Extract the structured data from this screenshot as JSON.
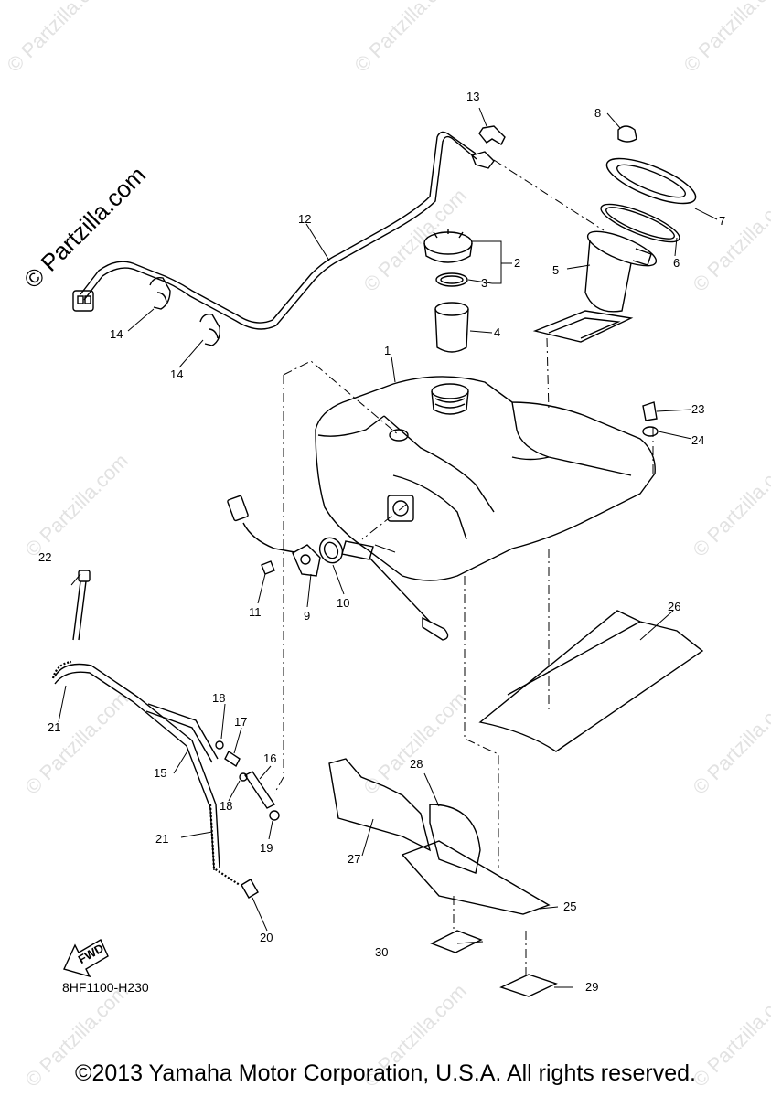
{
  "watermark": "© Partzilla.com",
  "diagram_code": "8HF1100-H230",
  "copyright": "©2013 Yamaha Motor Corporation, U.S.A. All rights reserved.",
  "fwd_label": "FWD",
  "callouts": [
    "1",
    "2",
    "3",
    "4",
    "5",
    "6",
    "7",
    "8",
    "9",
    "10",
    "11",
    "12",
    "13",
    "14",
    "14",
    "15",
    "16",
    "17",
    "18",
    "18",
    "19",
    "20",
    "21",
    "21",
    "22",
    "23",
    "24",
    "25",
    "26",
    "27",
    "28",
    "29",
    "30"
  ]
}
